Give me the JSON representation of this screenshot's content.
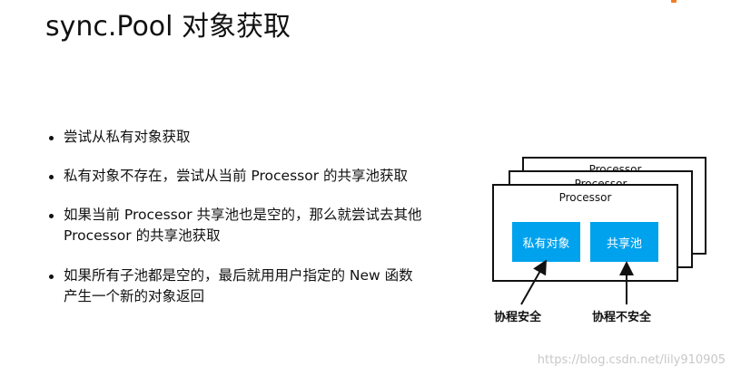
{
  "title": "sync.Pool 对象获取",
  "bullets": [
    {
      "lines": [
        "尝试从私有对象获取"
      ]
    },
    {
      "lines": [
        "私有对象不存在，尝试从当前 Processor 的共享池获取"
      ]
    },
    {
      "lines": [
        "如果当前 Processor 共享池也是空的，那么就尝试去其他",
        "Processor 的共享池获取"
      ]
    },
    {
      "lines": [
        "如果所有子池都是空的，最后就用用户指定的 New 函数",
        "产生一个新的对象返回"
      ]
    }
  ],
  "diagram": {
    "processor_back": "Processor",
    "processor_mid": "Processor",
    "processor_front": "Processor",
    "private_box": "私有对象",
    "shared_box": "共享池",
    "caption_safe": "协程安全",
    "caption_unsafe": "协程不安全"
  },
  "watermark": "https://blog.csdn.net/lily910905",
  "colors": {
    "accent": "#f07c24",
    "box_fill": "#00a2ed",
    "text": "#111111",
    "watermark": "#c8c8c8"
  }
}
